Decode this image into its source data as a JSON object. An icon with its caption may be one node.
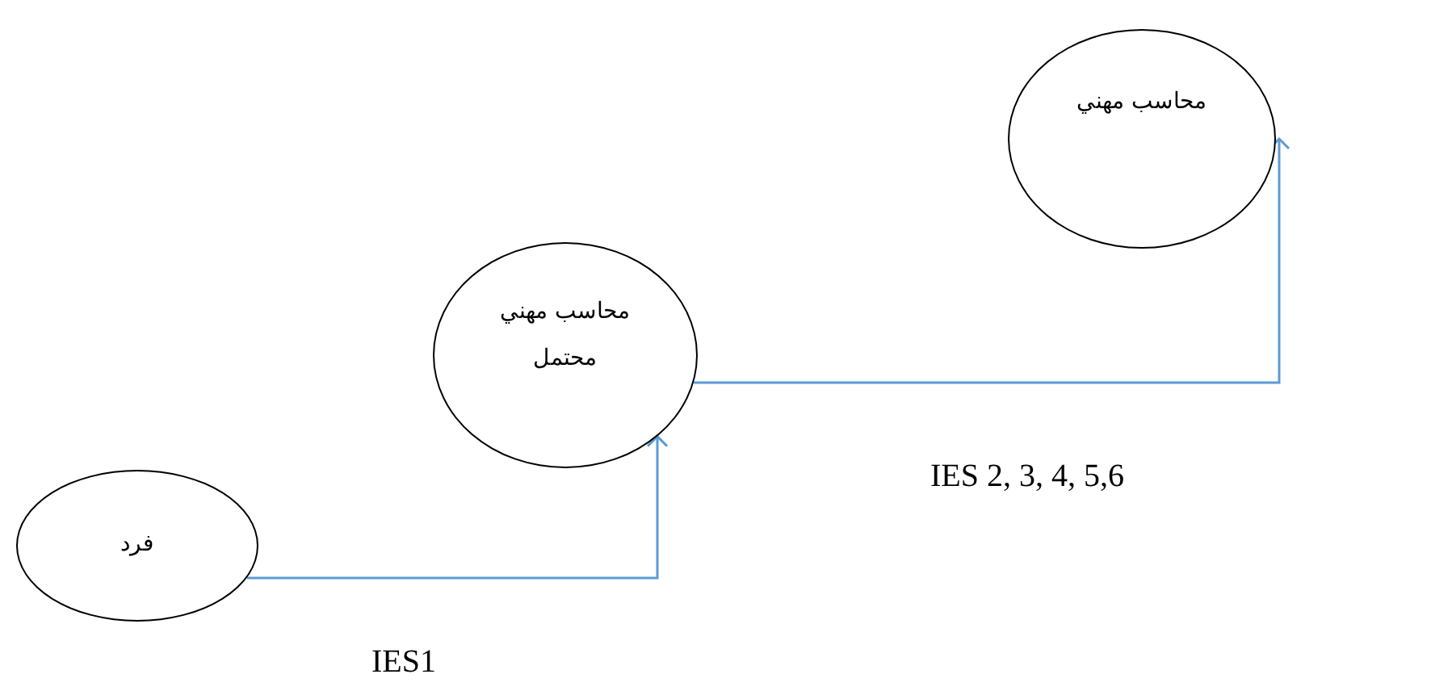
{
  "diagram": {
    "nodes": [
      {
        "text": [
          "فرد"
        ]
      },
      {
        "text": [
          "محاسب مهني",
          "محتمل"
        ]
      },
      {
        "text": [
          "محاسب مهني"
        ]
      }
    ],
    "edges": [
      {
        "from": 0,
        "to": 1,
        "arrow": "to",
        "label": "IES1"
      },
      {
        "from": 1,
        "to": 2,
        "arrow": "to",
        "label": "IES 2, 3, 4, 5,6"
      }
    ]
  }
}
